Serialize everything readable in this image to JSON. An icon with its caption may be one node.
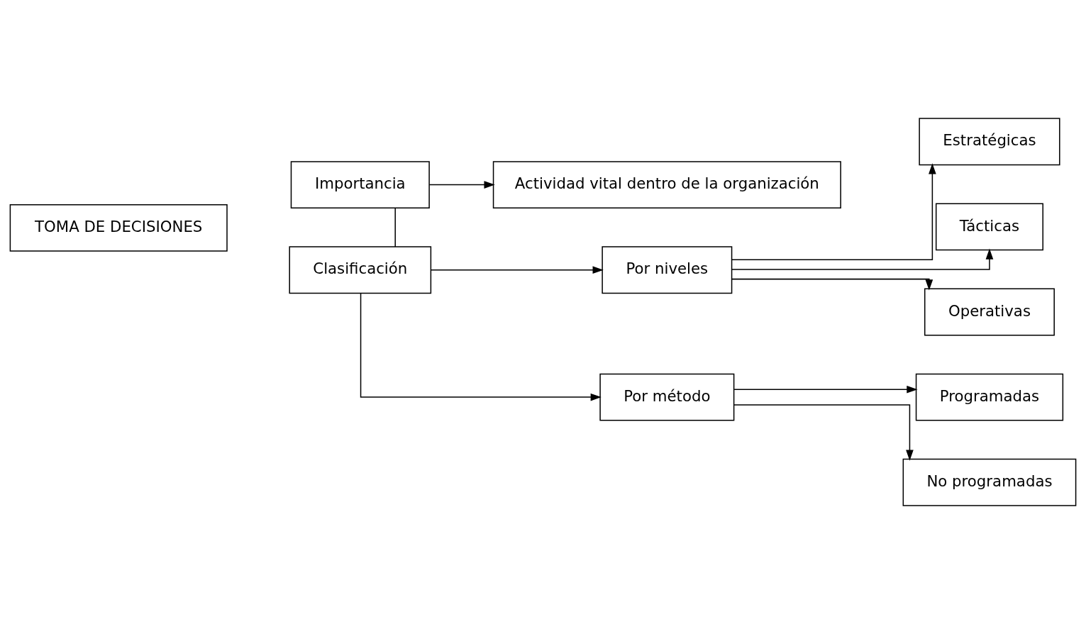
{
  "diagram": {
    "nodes": [
      {
        "text": [
          "TOMA DE DECISIONES"
        ]
      },
      {
        "text": [
          "Importancia"
        ]
      },
      {
        "text": [
          "Actividad vital dentro de la organización"
        ]
      },
      {
        "text": [
          "Clasificación"
        ]
      },
      {
        "text": [
          "Por niveles"
        ]
      },
      {
        "text": [
          "Estratégicas"
        ]
      },
      {
        "text": [
          "Tácticas"
        ]
      },
      {
        "text": [
          "Operativas"
        ]
      },
      {
        "text": [
          "Por método"
        ]
      },
      {
        "text": [
          "Programadas"
        ]
      },
      {
        "text": [
          "No programadas"
        ]
      }
    ],
    "edges": [
      {
        "from": 1,
        "to": 3,
        "arrow": "none"
      },
      {
        "from": 1,
        "to": 2,
        "arrow": "to"
      },
      {
        "from": 3,
        "to": 4,
        "arrow": "to"
      },
      {
        "from": 3,
        "to": 8,
        "arrow": "to"
      },
      {
        "from": 4,
        "to": 5,
        "arrow": "to"
      },
      {
        "from": 4,
        "to": 6,
        "arrow": "to"
      },
      {
        "from": 4,
        "to": 7,
        "arrow": "to"
      },
      {
        "from": 8,
        "to": 9,
        "arrow": "to"
      },
      {
        "from": 8,
        "to": 10,
        "arrow": "to"
      }
    ]
  }
}
